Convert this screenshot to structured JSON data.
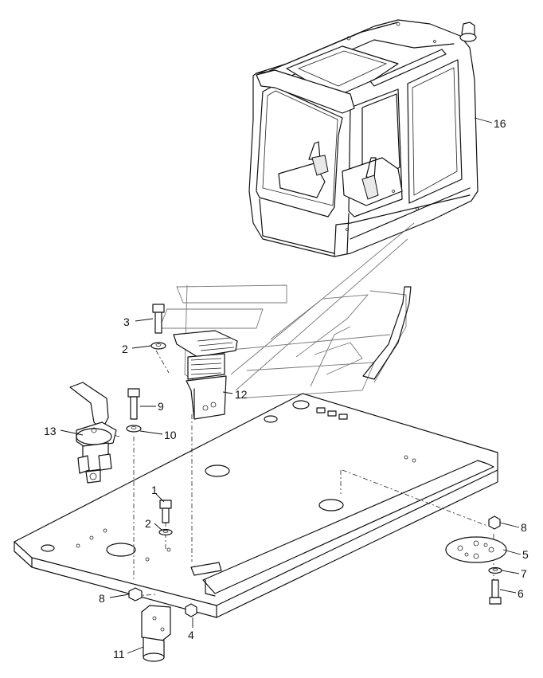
{
  "callouts": {
    "p1": "1",
    "p2a": "2",
    "p2b": "2",
    "p3": "3",
    "p4": "4",
    "p5": "5",
    "p6": "6",
    "p7": "7",
    "p8a": "8",
    "p8b": "8",
    "p9": "9",
    "p10": "10",
    "p11": "11",
    "p12": "12",
    "p13": "13",
    "p16": "16"
  }
}
